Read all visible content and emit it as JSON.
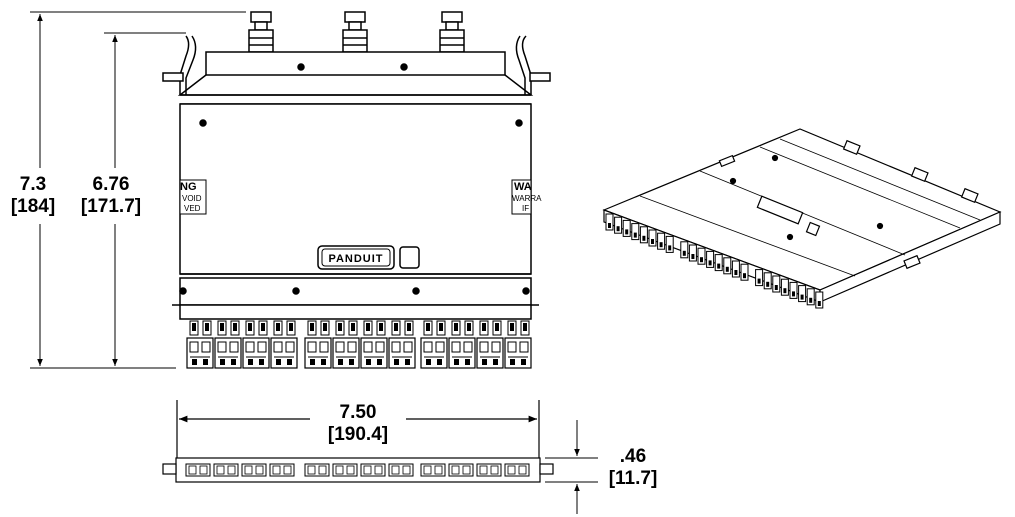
{
  "dimensions": {
    "overall_height": {
      "inch": "7.3",
      "mm": "[184]"
    },
    "body_height": {
      "inch": "6.76",
      "mm": "[171.7]"
    },
    "width": {
      "inch": "7.50",
      "mm": "[190.4]"
    },
    "thickness": {
      "inch": ".46",
      "mm": "[11.7]"
    }
  },
  "labels": {
    "brand": "PANDUIT",
    "warning_left": [
      "NG",
      "VOID",
      "VED"
    ],
    "warning_right": [
      "WA",
      "WARRA",
      "IF"
    ]
  },
  "colors": {
    "line": "#000000",
    "background": "#ffffff",
    "fill": "#ffffff"
  }
}
